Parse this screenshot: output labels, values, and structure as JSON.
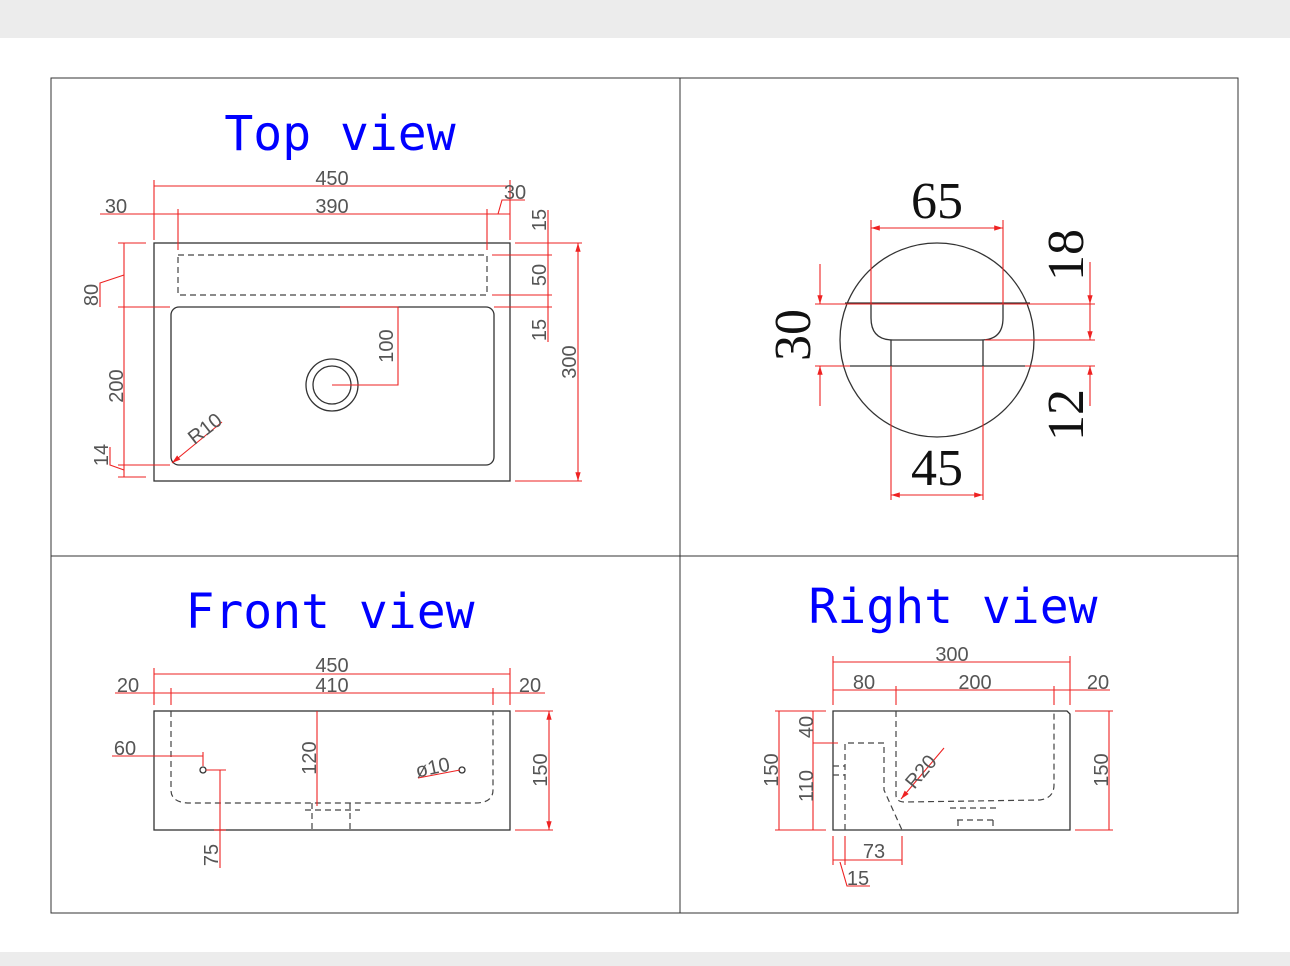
{
  "titles": {
    "top": "Top view",
    "front": "Front view",
    "right": "Right view"
  },
  "top_view": {
    "overall_width": "450",
    "inner_width": "390",
    "left_margin": "30",
    "right_margin": "30",
    "top_gap": "15",
    "slot_depth": "50",
    "slot_gap": "15",
    "overall_depth": "300",
    "front_band": "80",
    "basin_depth": "200",
    "bottom_margin": "14",
    "corner_radius": "R10",
    "drain_offset": "100"
  },
  "detail": {
    "top_width": "65",
    "bottom_width": "45",
    "height": "30",
    "upper": "18",
    "lower": "12"
  },
  "front_view": {
    "overall_width": "450",
    "inner_width": "410",
    "left_margin": "20",
    "right_margin": "20",
    "height": "150",
    "hole_offset": "60",
    "hole_height": "75",
    "basin_depth": "120",
    "hole_diameter": "ø10"
  },
  "right_view": {
    "overall_depth": "300",
    "front_band": "80",
    "basin_depth": "200",
    "back_margin": "20",
    "left_height": "150",
    "right_height": "150",
    "top_gap": "40",
    "slot_height": "110",
    "corner_radius": "R20",
    "bottom_span": "73",
    "bottom_offset": "15"
  }
}
